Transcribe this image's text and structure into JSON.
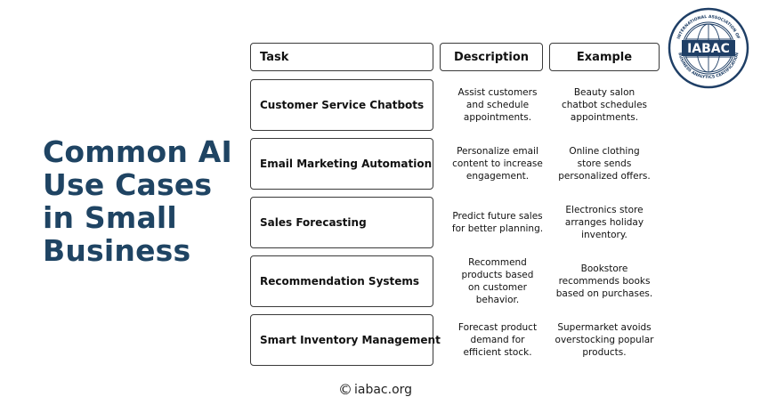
{
  "title": {
    "line1": "Common AI",
    "line2": "Use Cases",
    "line3": "in Small",
    "line4": "Business"
  },
  "headers": {
    "task": "Task",
    "description": "Description",
    "example": "Example"
  },
  "rows": [
    {
      "task": "Customer Service Chatbots",
      "description": [
        "Assist customers",
        "and schedule",
        "appointments."
      ],
      "example": [
        "Beauty salon",
        "chatbot schedules",
        "appointments."
      ]
    },
    {
      "task": "Email Marketing Automation",
      "description": [
        "Personalize email",
        "content to increase",
        "engagement."
      ],
      "example": [
        "Online clothing",
        "store sends",
        "personalized offers."
      ]
    },
    {
      "task": "Sales Forecasting",
      "description": [
        "Predict future sales",
        "for better planning."
      ],
      "example": [
        "Electronics store",
        "arranges holiday",
        "inventory."
      ]
    },
    {
      "task": "Recommendation Systems",
      "description": [
        "Recommend",
        "products based",
        "on customer",
        "behavior."
      ],
      "example": [
        "Bookstore",
        "recommends books",
        "based on purchases."
      ]
    },
    {
      "task": "Smart Inventory Management",
      "description": [
        "Forecast product",
        "demand for",
        "efficient stock."
      ],
      "example": [
        "Supermarket avoids",
        "overstocking popular",
        "products."
      ]
    }
  ],
  "footer": {
    "copyright_symbol": "©",
    "site": "iabac.org"
  },
  "logo": {
    "text": "IABAC",
    "ring_top": "INTERNATIONAL ASSOCIATION OF",
    "ring_bottom": "BUSINESS ANALYTICS CERTIFICATION"
  },
  "colors": {
    "title": "#1f4463",
    "logo_navy": "#1f3f66",
    "border": "#3a3a3a"
  }
}
